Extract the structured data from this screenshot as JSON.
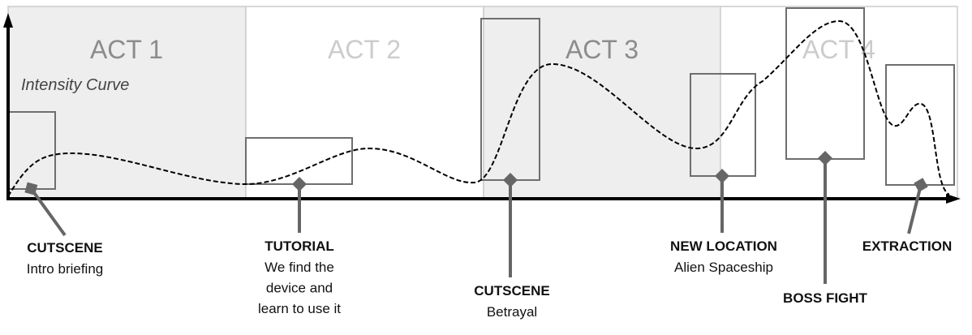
{
  "acts": [
    {
      "label": "ACT 1",
      "color": "#8c8c8c",
      "bg": "#eeeeee"
    },
    {
      "label": "ACT 2",
      "color": "#cccccc",
      "bg": "#ffffff"
    },
    {
      "label": "ACT 3",
      "color": "#8c8c8c",
      "bg": "#eeeeee"
    },
    {
      "label": "ACT 4",
      "color": "#cccccc",
      "bg": "#ffffff"
    }
  ],
  "curve_label": "Intensity Curve",
  "events": [
    {
      "title": "CUTSCENE",
      "lines": [
        "Intro briefing"
      ]
    },
    {
      "title": "TUTORIAL",
      "lines": [
        "We find the",
        "device and",
        "learn to use it"
      ]
    },
    {
      "title": "CUTSCENE",
      "lines": [
        "Betrayal"
      ]
    },
    {
      "title": "NEW LOCATION",
      "lines": [
        "Alien Spaceship"
      ]
    },
    {
      "title": "BOSS FIGHT",
      "lines": []
    },
    {
      "title": "EXTRACTION",
      "lines": []
    }
  ],
  "colors": {
    "marker": "#666666",
    "axis": "#000000",
    "grid": "#cccccc"
  }
}
